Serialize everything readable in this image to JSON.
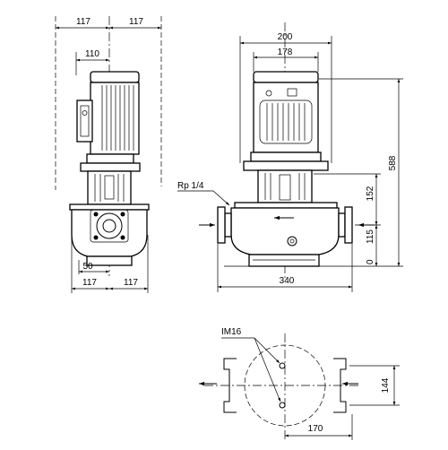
{
  "side_view": {
    "top_dims": {
      "left": "117",
      "right": "117"
    },
    "offset_dim": "110",
    "bottom_offset_dim": "50",
    "bottom_dims": {
      "left": "117",
      "right": "117"
    }
  },
  "front_view": {
    "width_outer": "200",
    "width_inner": "178",
    "height_total": "588",
    "height_port": "152",
    "height_center": "115",
    "height_zero": "0",
    "port_label": "Rp 1/4",
    "length": "340"
  },
  "plan_view": {
    "bolt_label": "IM16",
    "bolt_spacing": "144",
    "bolt_offset": "170"
  }
}
